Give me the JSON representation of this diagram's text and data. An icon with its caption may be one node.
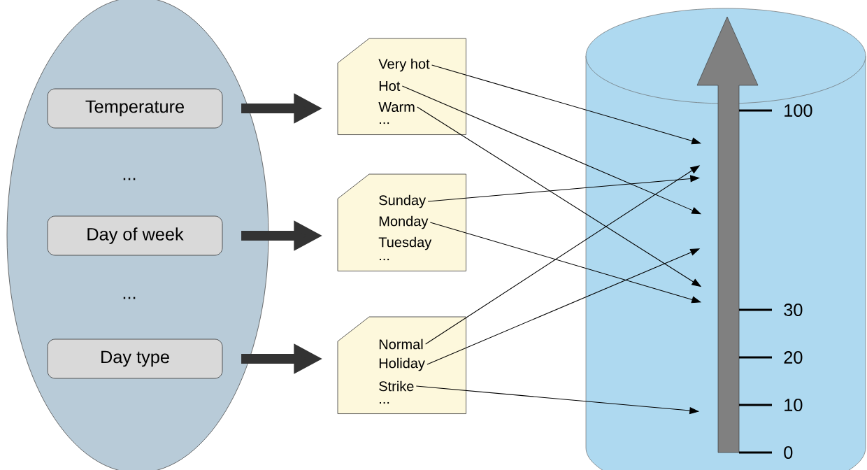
{
  "diagram": {
    "nodes": [
      {
        "text": [],
        "shape": "ellipse"
      },
      {
        "text": [
          "Temperature"
        ],
        "in": 0
      },
      {
        "text": [
          "Day of week"
        ],
        "in": 0
      },
      {
        "text": [
          "Day type"
        ],
        "in": 0
      },
      {
        "text": [],
        "shape": "document"
      },
      {
        "text": [
          "Very hot"
        ],
        "in": 4
      },
      {
        "text": [
          "Hot"
        ],
        "in": 4
      },
      {
        "text": [
          "Warm"
        ],
        "in": 4
      },
      {
        "text": [
          "..."
        ],
        "in": 4
      },
      {
        "text": [],
        "shape": "document"
      },
      {
        "text": [
          "Sunday"
        ],
        "in": 9
      },
      {
        "text": [
          "Monday"
        ],
        "in": 9
      },
      {
        "text": [
          "Tuesday"
        ],
        "in": 9
      },
      {
        "text": [
          "..."
        ],
        "in": 9
      },
      {
        "text": [],
        "shape": "document"
      },
      {
        "text": [
          "Normal"
        ],
        "in": 14
      },
      {
        "text": [
          "Holiday"
        ],
        "in": 14
      },
      {
        "text": [
          "Strike"
        ],
        "in": 14
      },
      {
        "text": [
          "..."
        ],
        "in": 14
      },
      {
        "text": [],
        "shape": "cylinder"
      }
    ],
    "edges": [
      {
        "from": 1,
        "to": 4,
        "arrow": "to",
        "style": "thick"
      },
      {
        "from": 2,
        "to": 9,
        "arrow": "to",
        "style": "thick"
      },
      {
        "from": 3,
        "to": 14,
        "arrow": "to",
        "style": "thick"
      },
      {
        "from": 5,
        "to": 19,
        "arrow": "to"
      },
      {
        "from": 6,
        "to": 19,
        "arrow": "to"
      },
      {
        "from": 7,
        "to": 19,
        "arrow": "to"
      },
      {
        "from": 10,
        "to": 19,
        "arrow": "to"
      },
      {
        "from": 11,
        "to": 19,
        "arrow": "to"
      },
      {
        "from": 15,
        "to": 19,
        "arrow": "to"
      },
      {
        "from": 16,
        "to": 19,
        "arrow": "to"
      },
      {
        "from": 17,
        "to": 19,
        "arrow": "to"
      }
    ],
    "labels": [
      "...",
      "...",
      "100",
      "30",
      "20",
      "10",
      "0"
    ]
  }
}
